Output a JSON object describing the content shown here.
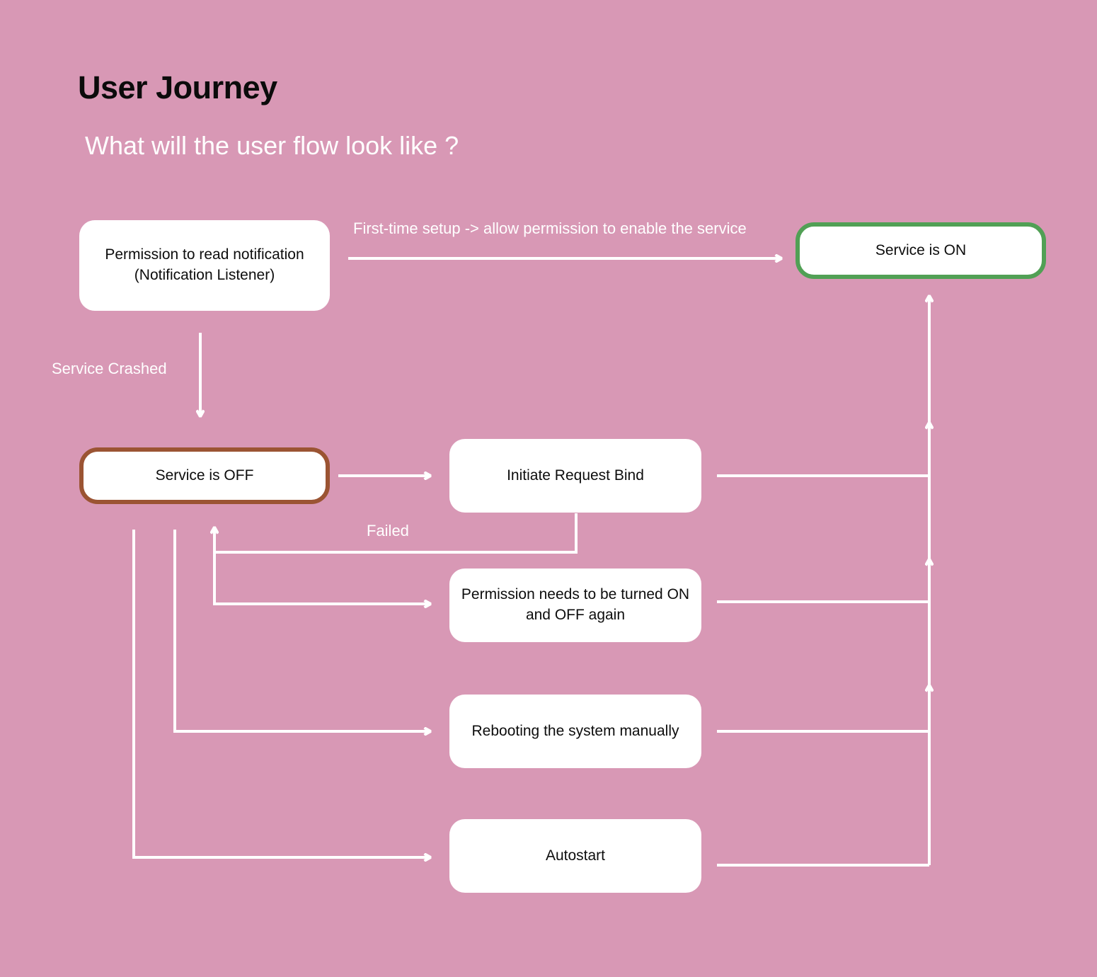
{
  "header": {
    "title": "User Journey",
    "subtitle": "What will the user flow look like ?"
  },
  "colors": {
    "background": "#d898b5",
    "node_fill": "#ffffff",
    "node_text": "#0d0d0d",
    "wire": "#ffffff",
    "label_text": "#ffffff",
    "title_text": "#0b0b0b",
    "accent_on": "#51a055",
    "accent_off": "#9b5433"
  },
  "nodes": [
    {
      "id": "permission-to-read-notification",
      "label": "Permission to read notification (Notification Listener)"
    },
    {
      "id": "service-is-on",
      "label": "Service is ON"
    },
    {
      "id": "service-is-off",
      "label": "Service is OFF"
    },
    {
      "id": "initiate-request-bind",
      "label": "Initiate Request Bind"
    },
    {
      "id": "permission-toggle",
      "label": "Permission needs to be turned ON and OFF again"
    },
    {
      "id": "rebooting-system",
      "label": "Rebooting the system manually"
    },
    {
      "id": "autostart",
      "label": "Autostart"
    }
  ],
  "edge_labels": [
    {
      "id": "first-time-setup",
      "text": "First-time setup -> allow permission to enable the service"
    },
    {
      "id": "service-crashed",
      "text": "Service Crashed"
    },
    {
      "id": "failed",
      "text": "Failed"
    }
  ],
  "chart_data": {
    "type": "diagram",
    "title": "User Journey",
    "subtitle": "What will the user flow look like ?",
    "nodes": [
      "Permission to read notification (Notification Listener)",
      "Service is ON",
      "Service is OFF",
      "Initiate Request Bind",
      "Permission needs to be turned ON and OFF again",
      "Rebooting the system manually",
      "Autostart"
    ],
    "edges": [
      {
        "from": "Permission to read notification (Notification Listener)",
        "to": "Service is ON",
        "label": "First-time setup -> allow permission to enable the service"
      },
      {
        "from": "Permission to read notification (Notification Listener)",
        "to": "Service is OFF",
        "label": "Service Crashed"
      },
      {
        "from": "Service is OFF",
        "to": "Initiate Request Bind",
        "label": ""
      },
      {
        "from": "Initiate Request Bind",
        "to": "Service is OFF",
        "label": "Failed"
      },
      {
        "from": "Initiate Request Bind",
        "to": "Service is ON",
        "label": ""
      },
      {
        "from": "Service is OFF",
        "to": "Permission needs to be turned ON and OFF again",
        "label": ""
      },
      {
        "from": "Permission needs to be turned ON and OFF again",
        "to": "Service is ON",
        "label": ""
      },
      {
        "from": "Service is OFF",
        "to": "Rebooting the system manually",
        "label": ""
      },
      {
        "from": "Rebooting the system manually",
        "to": "Service is ON",
        "label": ""
      },
      {
        "from": "Service is OFF",
        "to": "Autostart",
        "label": ""
      },
      {
        "from": "Autostart",
        "to": "Service is ON",
        "label": ""
      }
    ]
  }
}
